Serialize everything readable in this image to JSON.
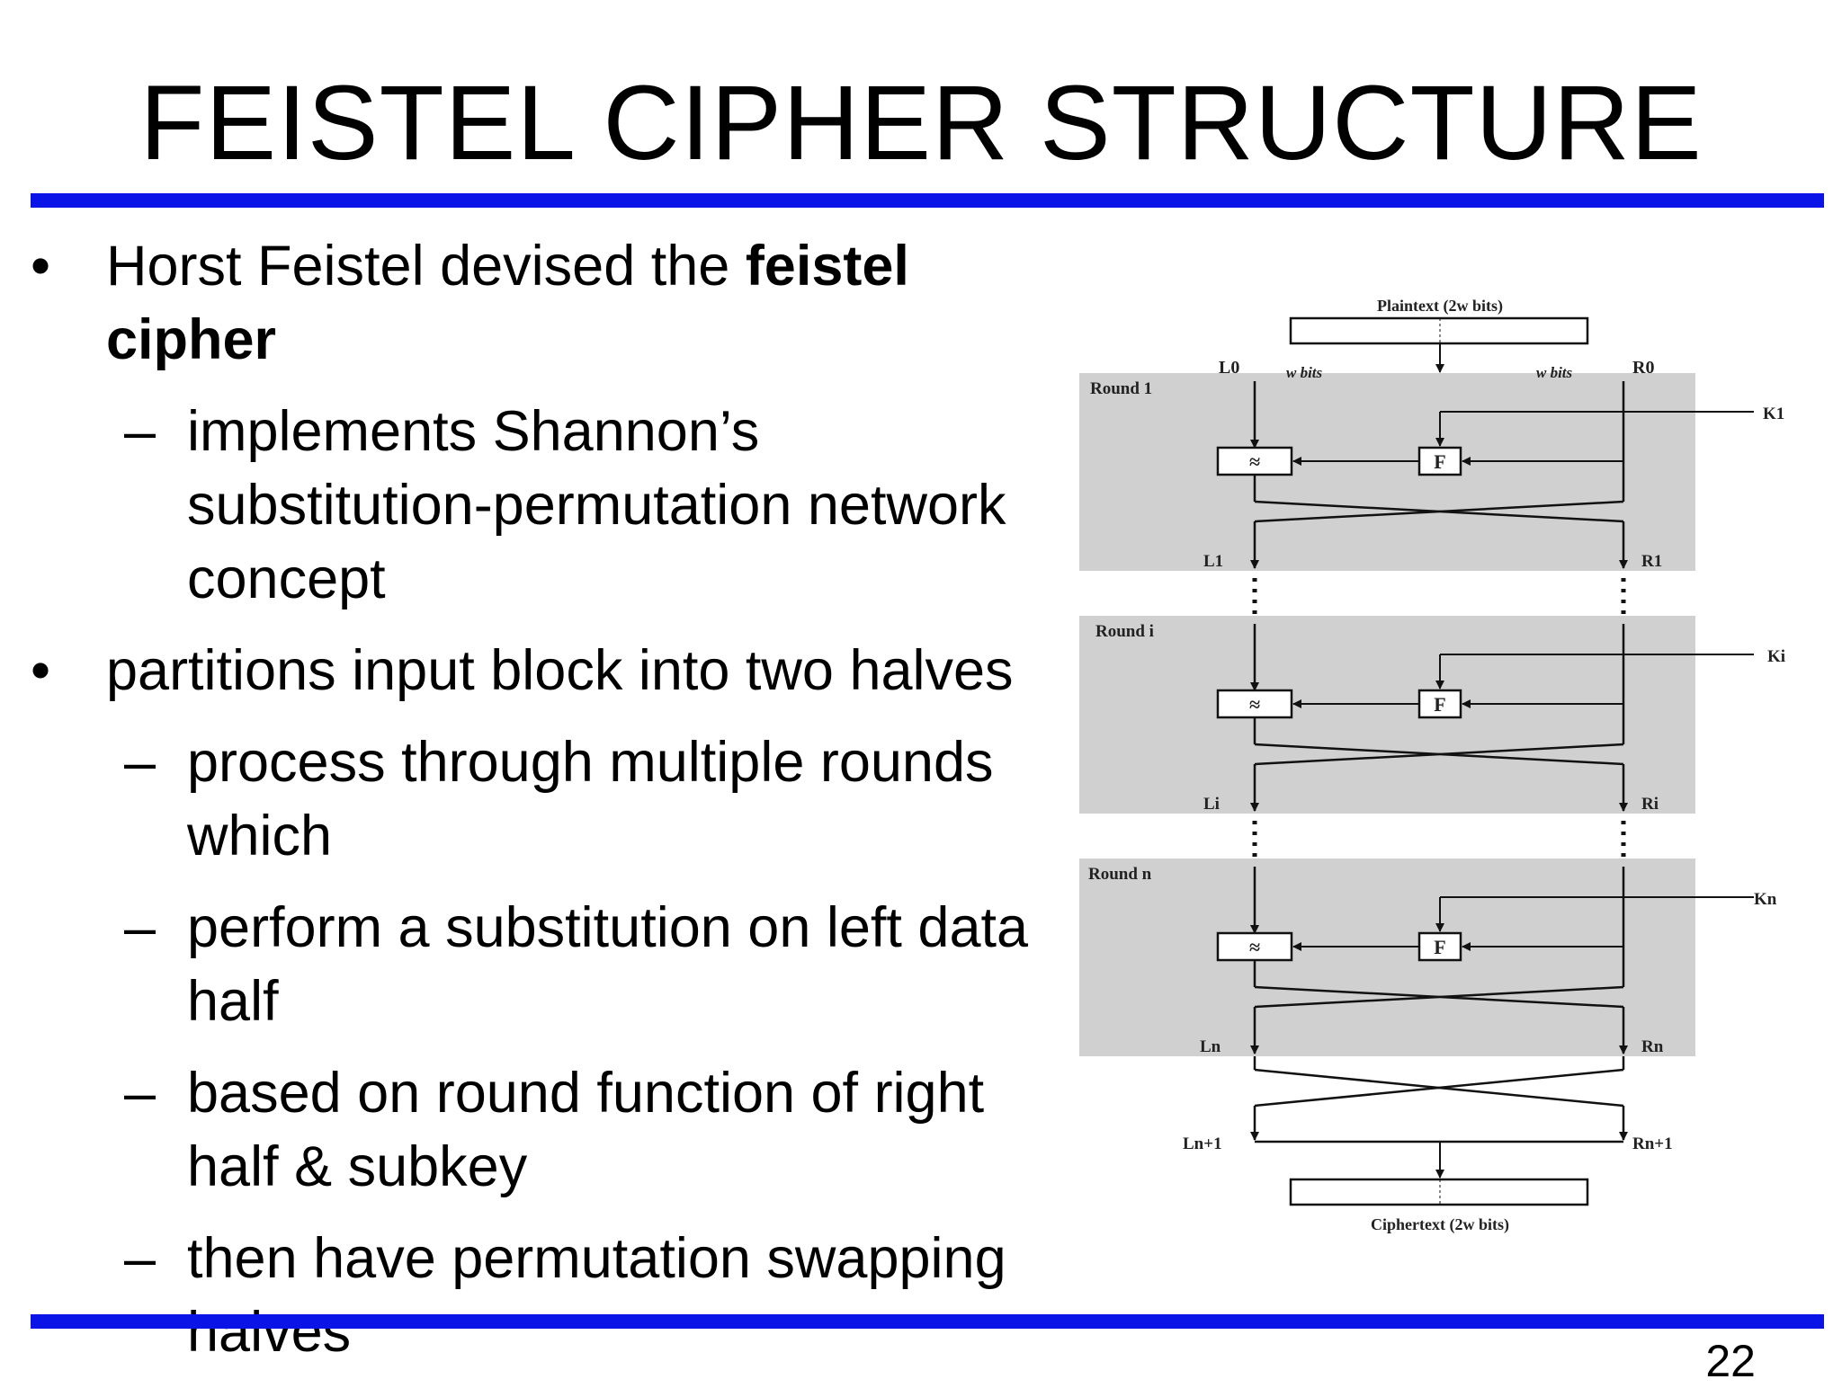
{
  "slide": {
    "title": "FEISTEL CIPHER STRUCTURE",
    "page_number": "22",
    "bullets": [
      {
        "level": 1,
        "text_before": "Horst Feistel devised the ",
        "text_bold": "feistel cipher"
      },
      {
        "level": 2,
        "lines": [
          "implements Shannon’s",
          "substitution-permutation network",
          "concept"
        ]
      },
      {
        "level": 1,
        "text": "partitions input block into two halves"
      },
      {
        "level": 2,
        "lines": [
          "process through multiple rounds",
          "which"
        ]
      },
      {
        "level": 2,
        "lines": [
          "perform a substitution on left data",
          "half"
        ]
      },
      {
        "level": 2,
        "lines": [
          "based on round function of right",
          "half & subkey"
        ]
      },
      {
        "level": 2,
        "lines": [
          "then have permutation swapping",
          "halves"
        ]
      }
    ],
    "bullet_symbol": "•",
    "dash_symbol": "–"
  },
  "diagram": {
    "plaintext": "Plaintext (2w bits)",
    "ciphertext": "Ciphertext (2w bits)",
    "w_bits": "w bits",
    "L0": "L0",
    "R0": "R0",
    "xor_symbol": "≈",
    "f_label": "F",
    "rounds": [
      {
        "label": "Round 1",
        "key": "K1",
        "out_left": "L1",
        "out_right": "R1"
      },
      {
        "label": "Round i",
        "key": "Ki",
        "out_left": "Li",
        "out_right": "Ri"
      },
      {
        "label": "Round n",
        "key": "Kn",
        "out_left": "Ln",
        "out_right": "Rn"
      }
    ],
    "final_left": "Ln+1",
    "final_right": "Rn+1"
  },
  "colors": {
    "rule": "#0a14e6",
    "round_bg": "#d0d0d0",
    "line": "#111111"
  }
}
